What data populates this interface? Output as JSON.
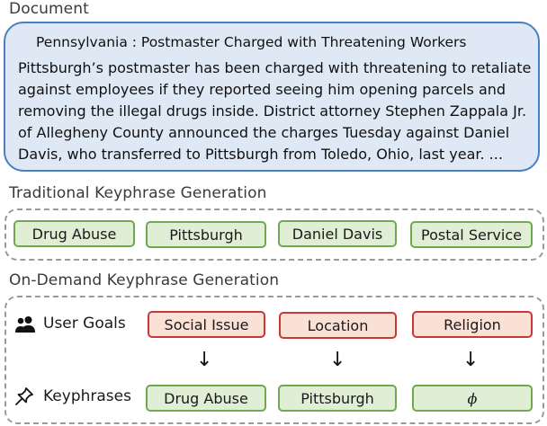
{
  "document": {
    "section_label": "Document",
    "title": "Pennsylvania : Postmaster Charged with Threatening Workers",
    "body_lines": [
      "Pittsburgh’s postmaster has been charged with threatening to retaliate",
      "against employees if they reported seeing him opening parcels and",
      "removing the illegal drugs inside. District attorney Stephen Zappala Jr.",
      "of Allegheny County announced the charges Tuesday against Daniel",
      "Davis, who transferred to Pittsburgh from Toledo, Ohio, last year. ..."
    ]
  },
  "traditional": {
    "section_label": "Traditional Keyphrase Generation",
    "keyphrases": [
      "Drug Abuse",
      "Pittsburgh",
      "Daniel Davis",
      "Postal Service"
    ]
  },
  "on_demand": {
    "section_label": "On-Demand Keyphrase Generation",
    "user_goals_label": "User Goals",
    "keyphrases_label": "Keyphrases",
    "goals": [
      "Social Issue",
      "Location",
      "Religion"
    ],
    "arrow": "↓",
    "outputs": [
      "Drug Abuse",
      "Pittsburgh",
      "ϕ"
    ]
  },
  "colors": {
    "doc_border": "#4a7fc1",
    "doc_fill": "#dfe8f5",
    "green_border": "#6fa84f",
    "green_fill": "#e0eed6",
    "red_border": "#c8383a",
    "red_fill": "#fbe0d6"
  },
  "icons": {
    "user_goals": "users-icon",
    "keyphrases": "pin-icon"
  }
}
